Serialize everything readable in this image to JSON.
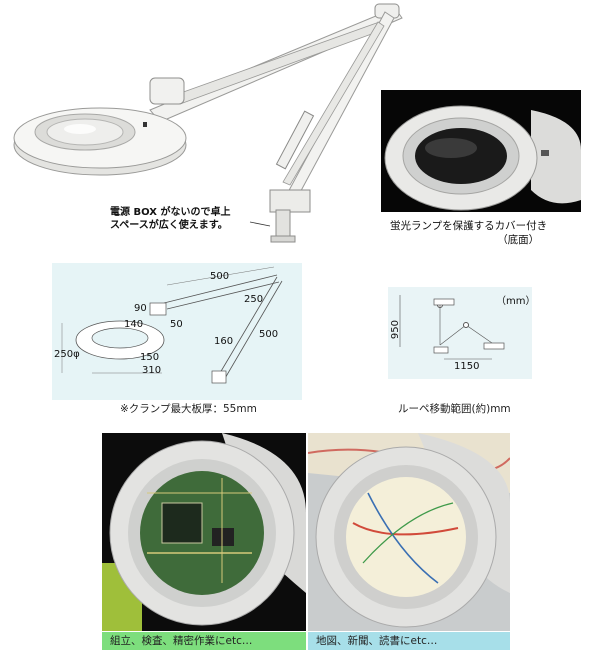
{
  "hero": {
    "callout_line1": "電源 BOX がないので卓上",
    "callout_line2": "スペースが広く使えます。"
  },
  "cover_photo": {
    "caption_line1": "蛍光ランプを保護するカバー付き",
    "caption_line2": "（底面）"
  },
  "dimension_drawing": {
    "labels": {
      "arm_length": "500",
      "arm_width": "250",
      "head_90": "90",
      "head_140": "140",
      "head_50": "50",
      "lower_arm": "500",
      "clamp_160": "160",
      "lens_diameter": "250φ",
      "lens_150": "150",
      "base_310": "310"
    },
    "caption": "※クランプ最大板厚：55mm"
  },
  "range_diagram": {
    "unit": "（mm）",
    "height_value": "950",
    "width_value": "1150",
    "caption": "ルーペ移動範囲(約)mm"
  },
  "usage": {
    "left_caption": "組立、検査、精密作業にetc…",
    "right_caption": "地図、新聞、読書にetc…"
  }
}
